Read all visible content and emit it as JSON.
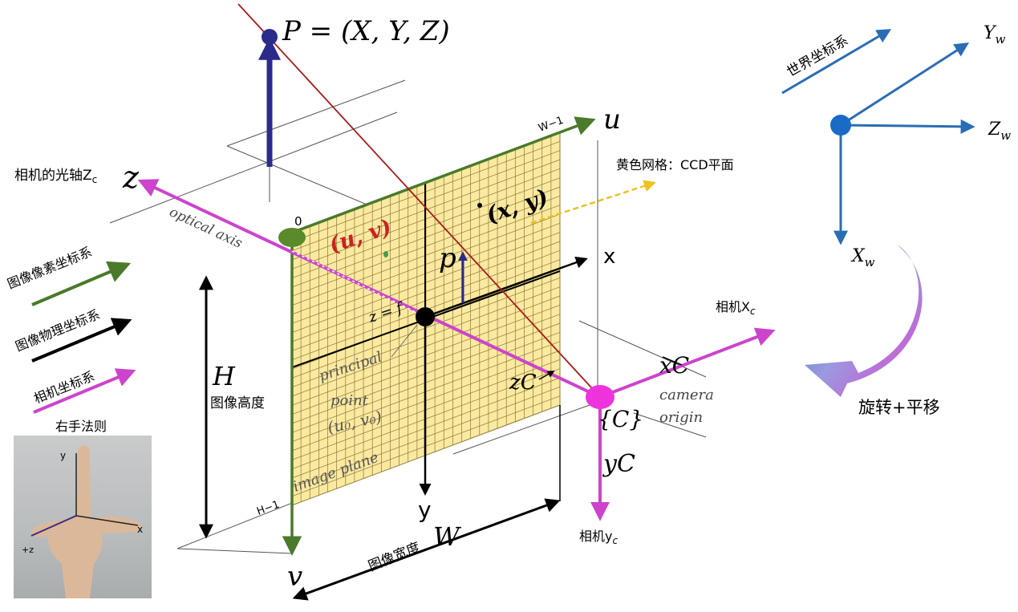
{
  "labels": {
    "point_P": "P = (X, Y, Z)",
    "u_axis": "u",
    "w_minus_1": "W−1",
    "v_axis": "v",
    "h_minus_1": "H−1",
    "origin_0": "0",
    "optical_axis_z": "相机的光轴Z",
    "optical_axis_z_sub": "c",
    "z_letter": "z",
    "optical_axis_en": "optical axis",
    "uv_point": "(u, v)",
    "xy_point": "(x, y)",
    "p_small": "p",
    "z_eq_f": "z = f",
    "principal_point": "principal",
    "principal_point_2": "point",
    "u0v0": "(u₀, v₀)",
    "image_plane": "image plane",
    "x_axis_phys": "x",
    "y_axis_phys": "y",
    "yellow_grid_note": "黄色网格：CCD平面",
    "H_label": "H",
    "image_height": "图像高度",
    "W_label": "W",
    "image_width": "图像宽度",
    "camera_xc": "相机X",
    "camera_xc_sub": "c",
    "camera_yc": "相机y",
    "camera_yc_sub": "c",
    "xC": "xC",
    "zC": "zC",
    "yC": "yC",
    "C_label": "{C}",
    "camera_origin_1": "camera",
    "camera_origin_2": "origin",
    "world_coord": "世界坐标系",
    "Yw": "Y",
    "Zw": "Z",
    "Xw": "X",
    "w_sub": "w",
    "rotate_translate": "旋转+平移",
    "legend_pixel": "图像像素坐标系",
    "legend_physical": "图像物理坐标系",
    "legend_camera": "相机坐标系",
    "legend_right_hand": "右手法则",
    "hand_y": "y",
    "hand_x": "x",
    "hand_z": "+z"
  },
  "colors": {
    "grid_fill": "#fbe9a0",
    "grid_line": "#8a7a3a",
    "pixel_axis": "#4a7a2a",
    "camera_axis": "#cc44cc",
    "world_axis": "#2a6db5",
    "physical_axis": "#000000",
    "ray": "#aa1a1a",
    "point_P": "#2b2b8c",
    "uv_text": "#cc2222",
    "yellow_arrow": "#f0c020"
  }
}
